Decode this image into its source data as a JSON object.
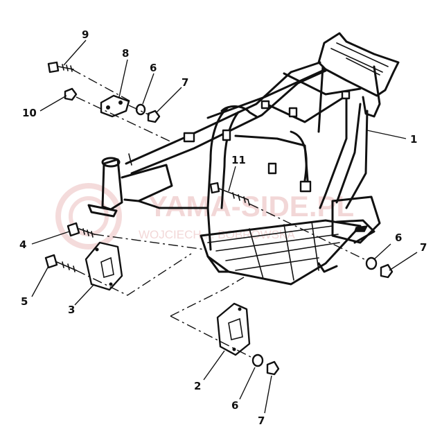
{
  "callouts": [
    {
      "id": "1",
      "label": "1"
    },
    {
      "id": "2",
      "label": "2"
    },
    {
      "id": "3",
      "label": "3"
    },
    {
      "id": "4",
      "label": "4"
    },
    {
      "id": "5",
      "label": "5"
    },
    {
      "id": "6a",
      "label": "6"
    },
    {
      "id": "6b",
      "label": "6"
    },
    {
      "id": "6c",
      "label": "6"
    },
    {
      "id": "7a",
      "label": "7"
    },
    {
      "id": "7b",
      "label": "7"
    },
    {
      "id": "7c",
      "label": "7"
    },
    {
      "id": "8",
      "label": "8"
    },
    {
      "id": "9",
      "label": "9"
    },
    {
      "id": "10",
      "label": "10"
    },
    {
      "id": "11",
      "label": "11"
    }
  ],
  "watermark": {
    "brand": "YAMA-SIDE.PL",
    "tagline": "WOJCIECH ... BOBROWSKA",
    "color": "#e9b8b8"
  }
}
